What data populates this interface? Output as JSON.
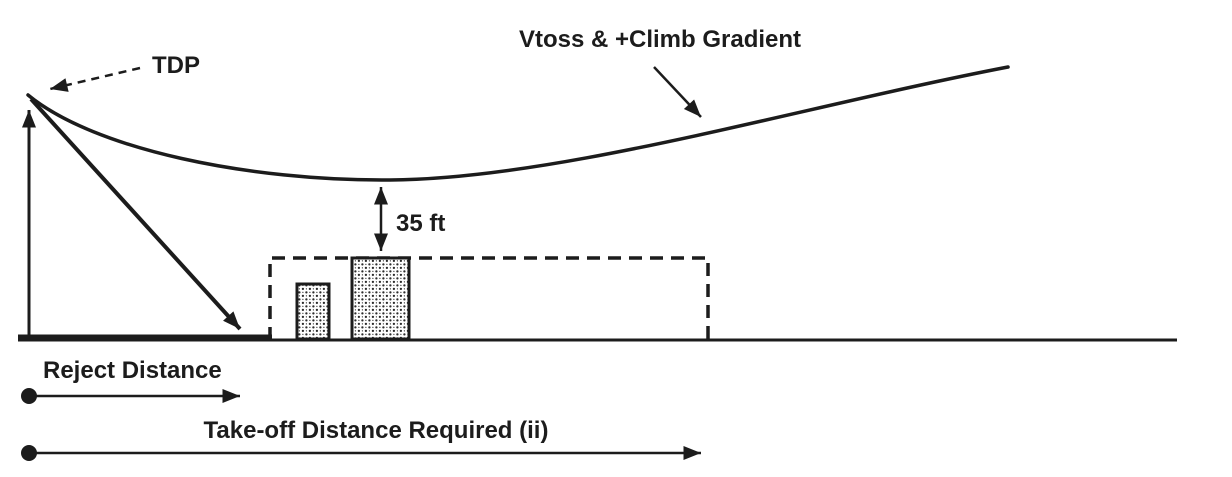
{
  "colors": {
    "ink": "#1c1c1c",
    "background": "#ffffff"
  },
  "labels": {
    "tdp": "TDP",
    "climb_segment": "Vtoss & +Climb Gradient",
    "clearance_height": "35 ft",
    "reject_distance": "Reject Distance",
    "takeoff_distance": "Take-off Distance Required (ii)"
  },
  "icons": {
    "arrowhead": "filled-triangle-arrowhead",
    "measure_origin_dot": "filled-circle-origin-marker"
  }
}
